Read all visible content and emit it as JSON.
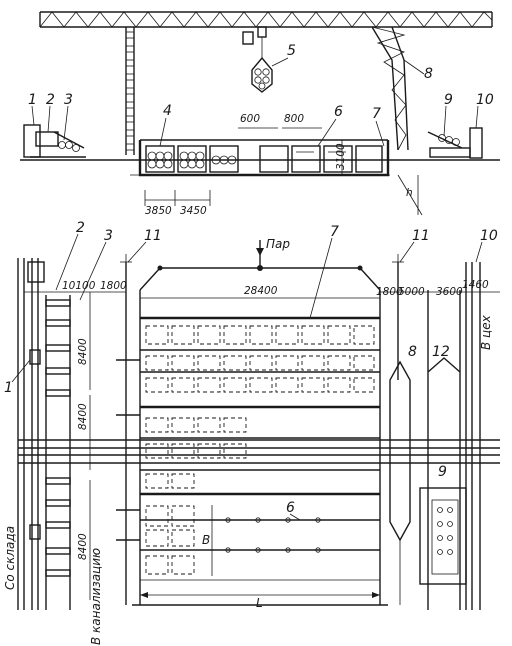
{
  "callouts": {
    "n1": "1",
    "n2": "2",
    "n3": "3",
    "n4": "4",
    "n5": "5",
    "n6": "6",
    "n7": "7",
    "n8": "8",
    "n9": "9",
    "n10": "10",
    "p1": "1",
    "p2": "2",
    "p3": "3",
    "p6": "6",
    "p7": "7",
    "p8": "8",
    "p9": "9",
    "p10": "10",
    "p11a": "11",
    "p11b": "11",
    "p12": "12"
  },
  "dims": {
    "elev_600": "600",
    "elev_800": "800",
    "elev_3100": "3100",
    "elev_3850": "3850",
    "elev_3450": "3450",
    "elev_h": "h",
    "plan_10100": "10100",
    "plan_1800_left": "1800",
    "plan_28400": "28400",
    "plan_1800_right": "1800",
    "plan_5000": "5000",
    "plan_3600": "3600",
    "plan_1460": "1460",
    "plan_8400_top": "8400",
    "plan_8400_mid": "8400",
    "plan_8400_bottom": "8400",
    "plan_b": "B",
    "plan_l": "L"
  },
  "labels": {
    "steam": "Пар",
    "from_warehouse": "Со склада",
    "to_sewer": "В канализацию",
    "to_workshop": "В цех"
  }
}
